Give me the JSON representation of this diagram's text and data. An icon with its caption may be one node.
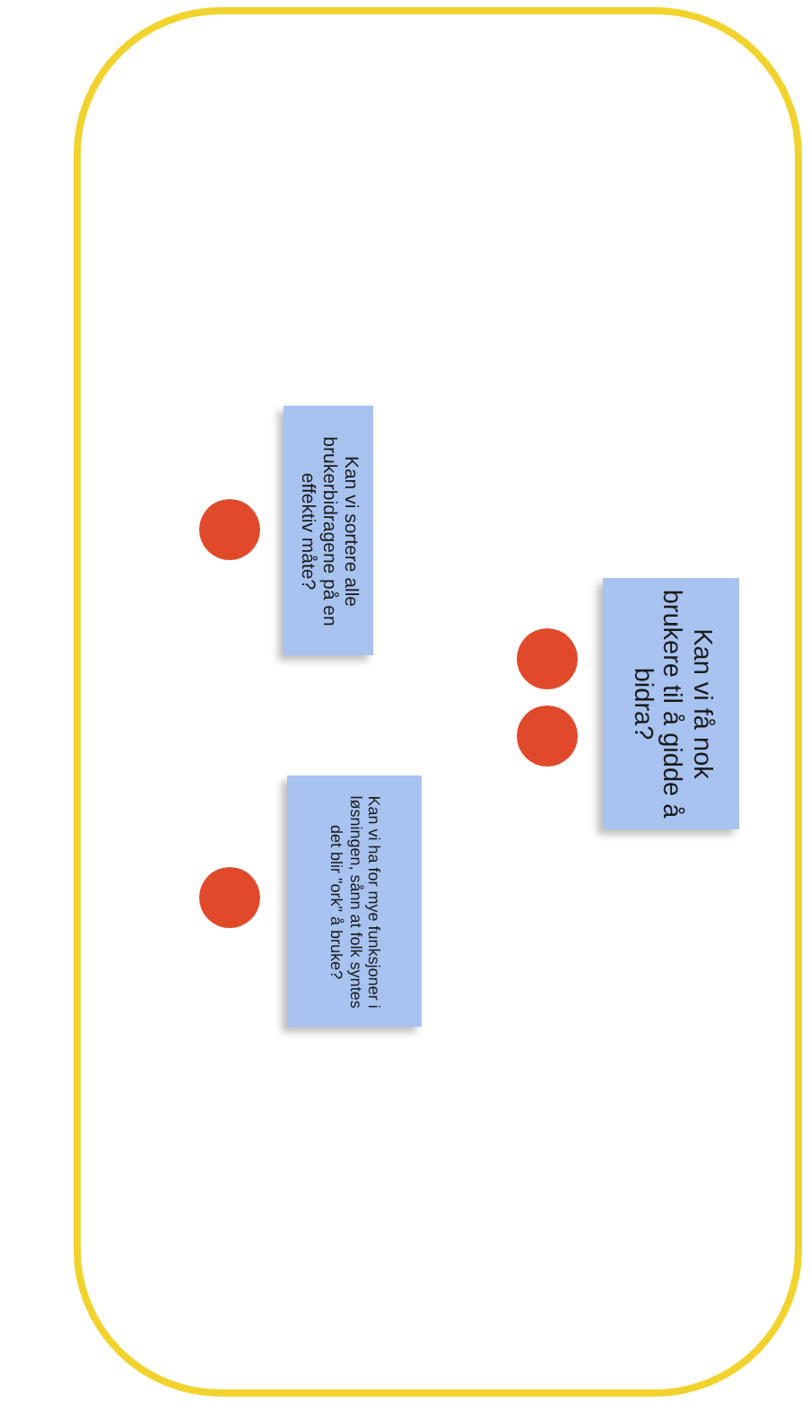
{
  "diagram": {
    "nodes": [
      {
        "text": [
          "Kan vi sortere alle brukerbidragene på en effektiv måte?"
        ]
      },
      {
        "text": [],
        "shape": "circle"
      },
      {
        "text": [
          "Kan vi få nok brukere til å gidde å bidra?"
        ]
      },
      {
        "text": [],
        "shape": "circle"
      },
      {
        "text": [],
        "shape": "circle"
      },
      {
        "text": [
          "Kan vi ha for mye funksjoner i løsningen, sånn at folk syntes det blir \"ork\" å bruke?"
        ]
      },
      {
        "text": [],
        "shape": "circle"
      }
    ]
  }
}
